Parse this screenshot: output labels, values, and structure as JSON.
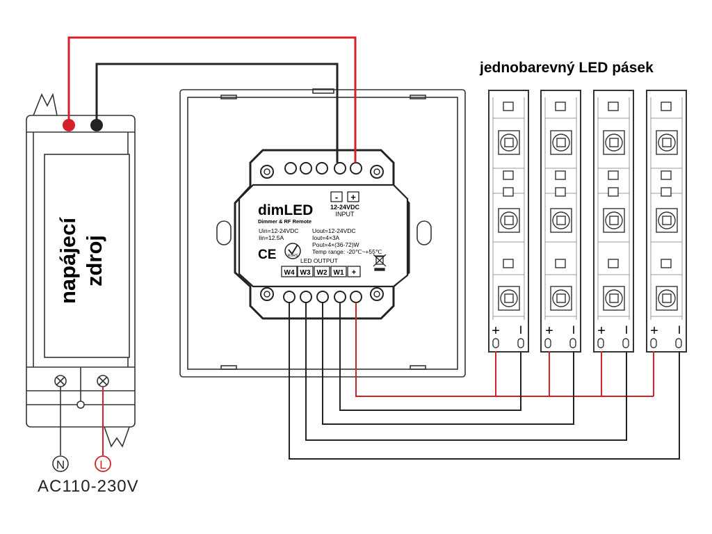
{
  "strip_title": "jednobarevný LED pásek",
  "psu": {
    "line1": "napájecí",
    "line2": "zdroj"
  },
  "mains": {
    "n": "N",
    "l": "L",
    "voltage": "AC110-230V"
  },
  "controller": {
    "brand": "dimLED",
    "subtitle": "Dimmer & RF Remote",
    "uin": "Uin=12-24VDC",
    "iin": "Iin=12.5A",
    "uout": "Uout=12-24VDC",
    "iout": "Iout=4×3A",
    "pout": "Pout=4×(36-72)W",
    "temp": "Temp range: -20℃~+55℃",
    "input_minus": "-",
    "input_plus": "+",
    "input_voltage": "12-24VDC",
    "input_label": "INPUT",
    "ce": "CE",
    "rohs": "RoHS",
    "led_output": "LED OUTPUT",
    "outputs": [
      "W4",
      "W3",
      "W2",
      "W1",
      "+"
    ]
  },
  "strip_terminal": {
    "plus": "+",
    "minus": "I"
  },
  "colors": {
    "red_wire": "#d42027",
    "black_wire": "#222222",
    "outline": "#333333"
  }
}
